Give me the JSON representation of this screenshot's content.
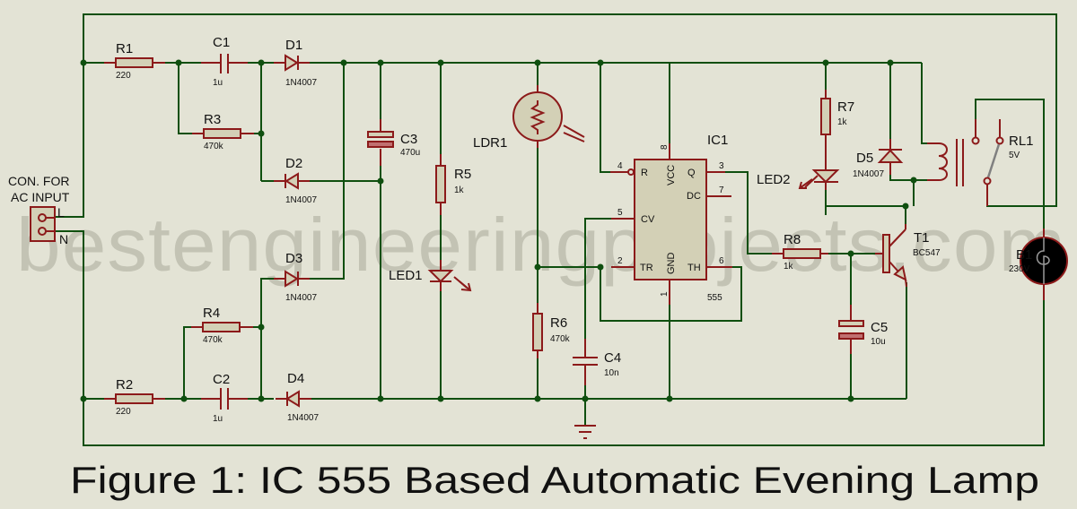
{
  "figure": {
    "caption": "Figure 1: IC 555 Based Automatic Evening Lamp",
    "watermark": "bestengineeringprojects.com"
  },
  "colors": {
    "background": "#e3e3d5",
    "wire": "#0f4f0f",
    "component": "#8c1a1a",
    "component_fill": "#d3d0b6",
    "watermark": "#b9b9aa"
  },
  "connector": {
    "label_line1": "CON. FOR",
    "label_line2": "AC INPUT",
    "pin_l": "L",
    "pin_n": "N"
  },
  "components": {
    "R1": {
      "ref": "R1",
      "value": "220"
    },
    "R2": {
      "ref": "R2",
      "value": "220"
    },
    "R3": {
      "ref": "R3",
      "value": "470k"
    },
    "R4": {
      "ref": "R4",
      "value": "470k"
    },
    "R5": {
      "ref": "R5",
      "value": "1k"
    },
    "R6": {
      "ref": "R6",
      "value": "470k"
    },
    "R7": {
      "ref": "R7",
      "value": "1k"
    },
    "R8": {
      "ref": "R8",
      "value": "1k"
    },
    "C1": {
      "ref": "C1",
      "value": "1u"
    },
    "C2": {
      "ref": "C2",
      "value": "1u"
    },
    "C3": {
      "ref": "C3",
      "value": "470u"
    },
    "C4": {
      "ref": "C4",
      "value": "10n"
    },
    "C5": {
      "ref": "C5",
      "value": "10u"
    },
    "D1": {
      "ref": "D1",
      "value": "1N4007"
    },
    "D2": {
      "ref": "D2",
      "value": "1N4007"
    },
    "D3": {
      "ref": "D3",
      "value": "1N4007"
    },
    "D4": {
      "ref": "D4",
      "value": "1N4007"
    },
    "D5": {
      "ref": "D5",
      "value": "1N4007"
    },
    "LED1": {
      "ref": "LED1"
    },
    "LED2": {
      "ref": "LED2"
    },
    "LDR1": {
      "ref": "LDR1"
    },
    "T1": {
      "ref": "T1",
      "value": "BC547"
    },
    "RL1": {
      "ref": "RL1",
      "value": "5V"
    },
    "B1": {
      "ref": "B1",
      "value": "230V"
    },
    "IC1": {
      "ref": "IC1",
      "value": "555",
      "pins": {
        "R": "R",
        "VCC": "VCC",
        "Q": "Q",
        "DC": "DC",
        "CV": "CV",
        "TR": "TR",
        "GND": "GND",
        "TH": "TH",
        "n4": "4",
        "n8": "8",
        "n3": "3",
        "n7": "7",
        "n5": "5",
        "n2": "2",
        "n1": "1",
        "n6": "6"
      }
    }
  }
}
